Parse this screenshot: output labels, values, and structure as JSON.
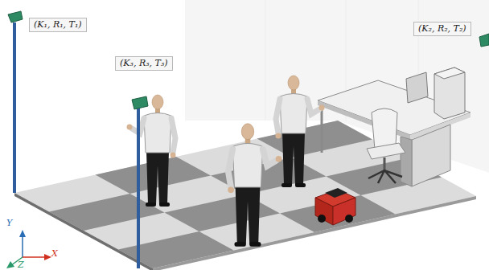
{
  "diagram": {
    "nodes": [
      {
        "text": [
          "(K₁, R₁, T₁)"
        ]
      },
      {
        "text": [
          "(K₂, R₂, T₂)"
        ]
      },
      {
        "text": [
          "(K₃, R₃, T₃)"
        ]
      }
    ],
    "labels": [
      "Y",
      "X",
      "Z"
    ]
  }
}
